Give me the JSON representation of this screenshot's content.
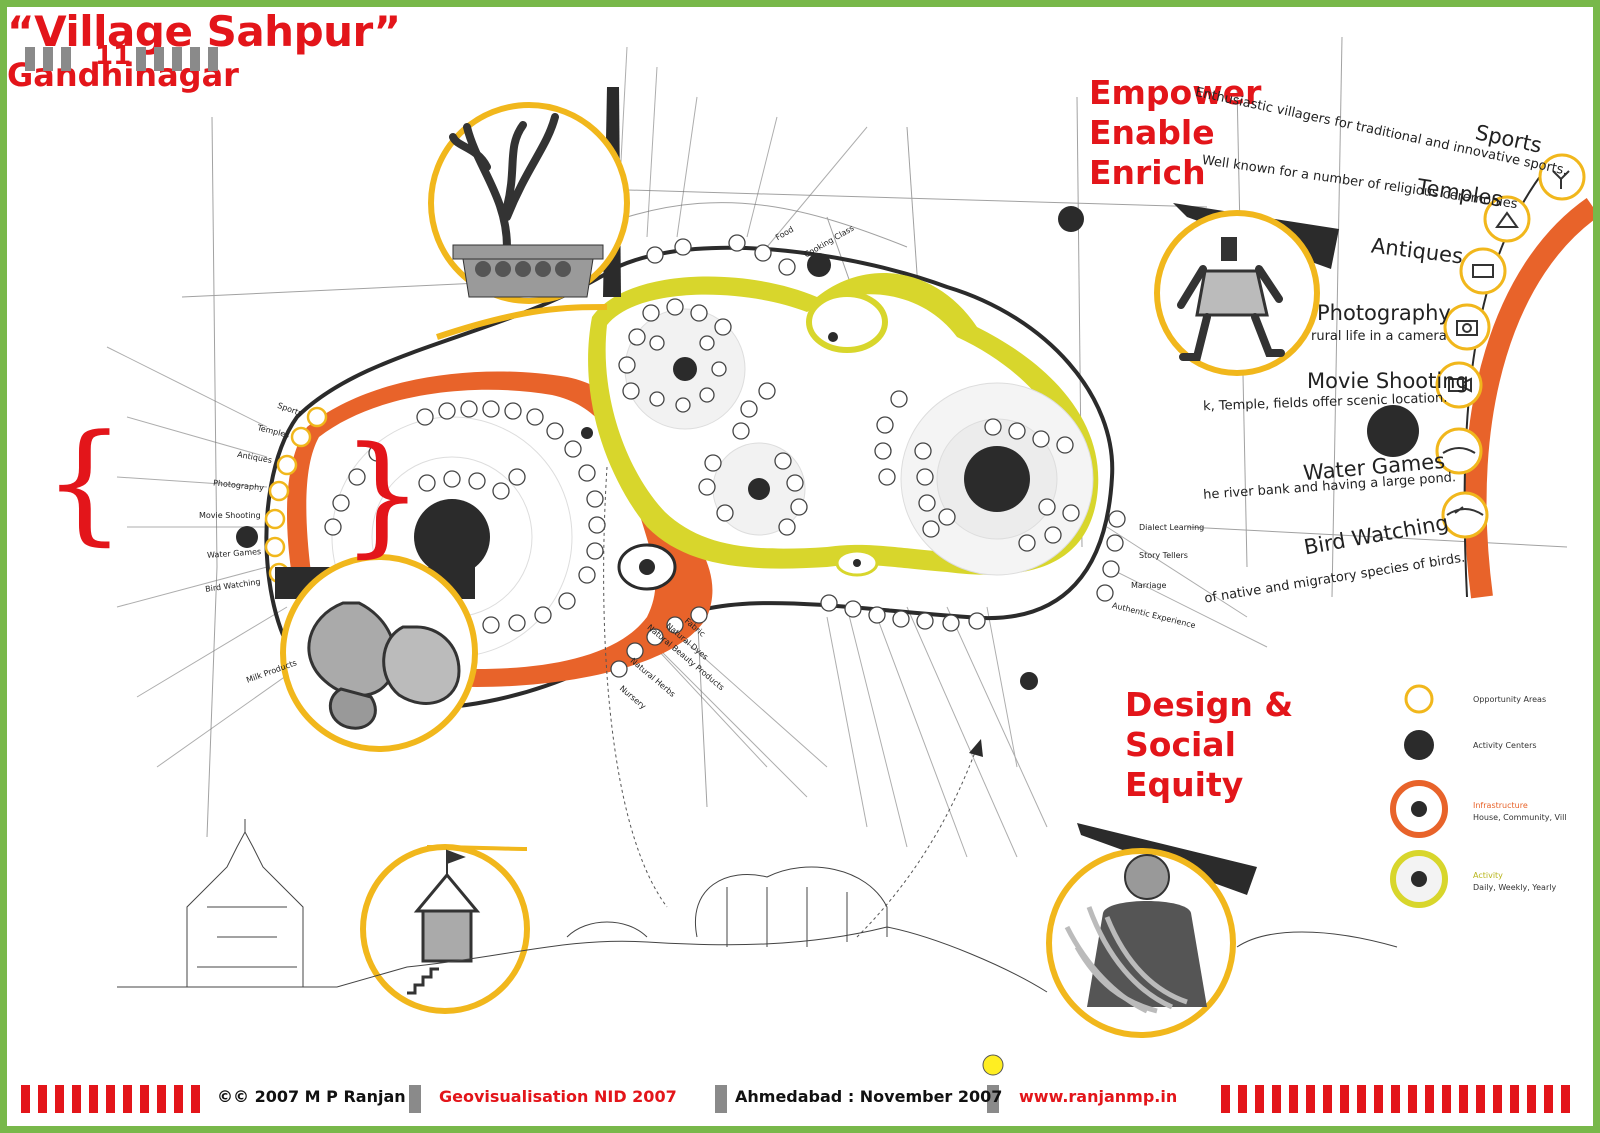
{
  "page_number": "11",
  "title": "“Village Sahpur”",
  "subtitle": "Gandhinagar",
  "taglines": {
    "top": [
      "Empower",
      "Enable",
      "Enrich"
    ],
    "bottom": [
      "Design &",
      "Social",
      "Equity"
    ]
  },
  "activities": [
    {
      "label": "Sports",
      "desc": "Enthusiastic villagers for traditional and innovative sports."
    },
    {
      "label": "Temples",
      "desc": "Well known for a number of religious ceremonies"
    },
    {
      "label": "Antiques",
      "desc": ""
    },
    {
      "label": "Photography",
      "desc": "rural life in a camera"
    },
    {
      "label": "Movie Shooting",
      "desc": "k, Temple, fields offer scenic location."
    },
    {
      "label": "Water Games",
      "desc": "he river bank and having a large pond."
    },
    {
      "label": "Bird Watching",
      "desc": "of native and migratory species of birds."
    }
  ],
  "map_labels": [
    "Sports",
    "Temples",
    "Antiques",
    "Photography",
    "Movie Shooting",
    "Water Games",
    "Bird Watching",
    "Fabric",
    "Natural Dyes",
    "Natural Beauty Products",
    "Natural Herbs",
    "Nursery",
    "Food",
    "Cooking Class",
    "Dialect Learning",
    "Story Tellers",
    "Marriage",
    "Authentic Experience",
    "Milk Products"
  ],
  "legend": [
    {
      "label": "Opportunity Areas"
    },
    {
      "label": "Activity Centers"
    },
    {
      "label": "Infrastructure",
      "desc": "House, Community, Vill"
    },
    {
      "label": "Activity",
      "desc": "Daily, Weekly, Yearly"
    }
  ],
  "footer": {
    "copyright": "©© 2007 M P Ranjan",
    "project": "Geovisualisation NID 2007",
    "place_date": "Ahmedabad : November 2007",
    "website": "www.ranjanmp.in"
  },
  "colors": {
    "border": "#78b84a",
    "accent_red": "#e3151a",
    "orange": "#e8632a",
    "yellow": "#f1b71c",
    "lime": "#d8d62c",
    "dark": "#2b2b2b",
    "grey_bar": "#8a8a8a"
  }
}
